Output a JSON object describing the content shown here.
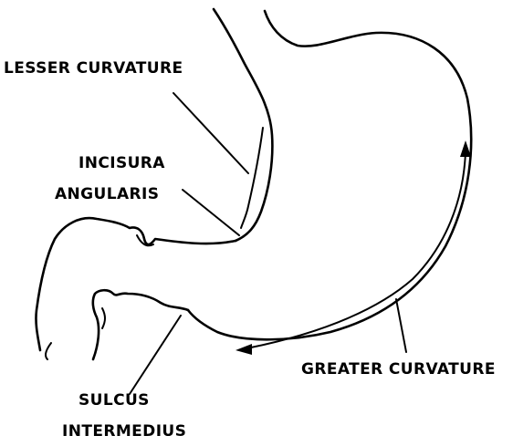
{
  "labels": {
    "lesser_curvature": "LESSER CURVATURE",
    "incisura_line1": "INCISURA",
    "incisura_line2": "ANGULARIS",
    "greater_curvature": "GREATER CURVATURE",
    "sulcus_line1": "SULCUS",
    "sulcus_line2": "INTERMEDIUS"
  }
}
